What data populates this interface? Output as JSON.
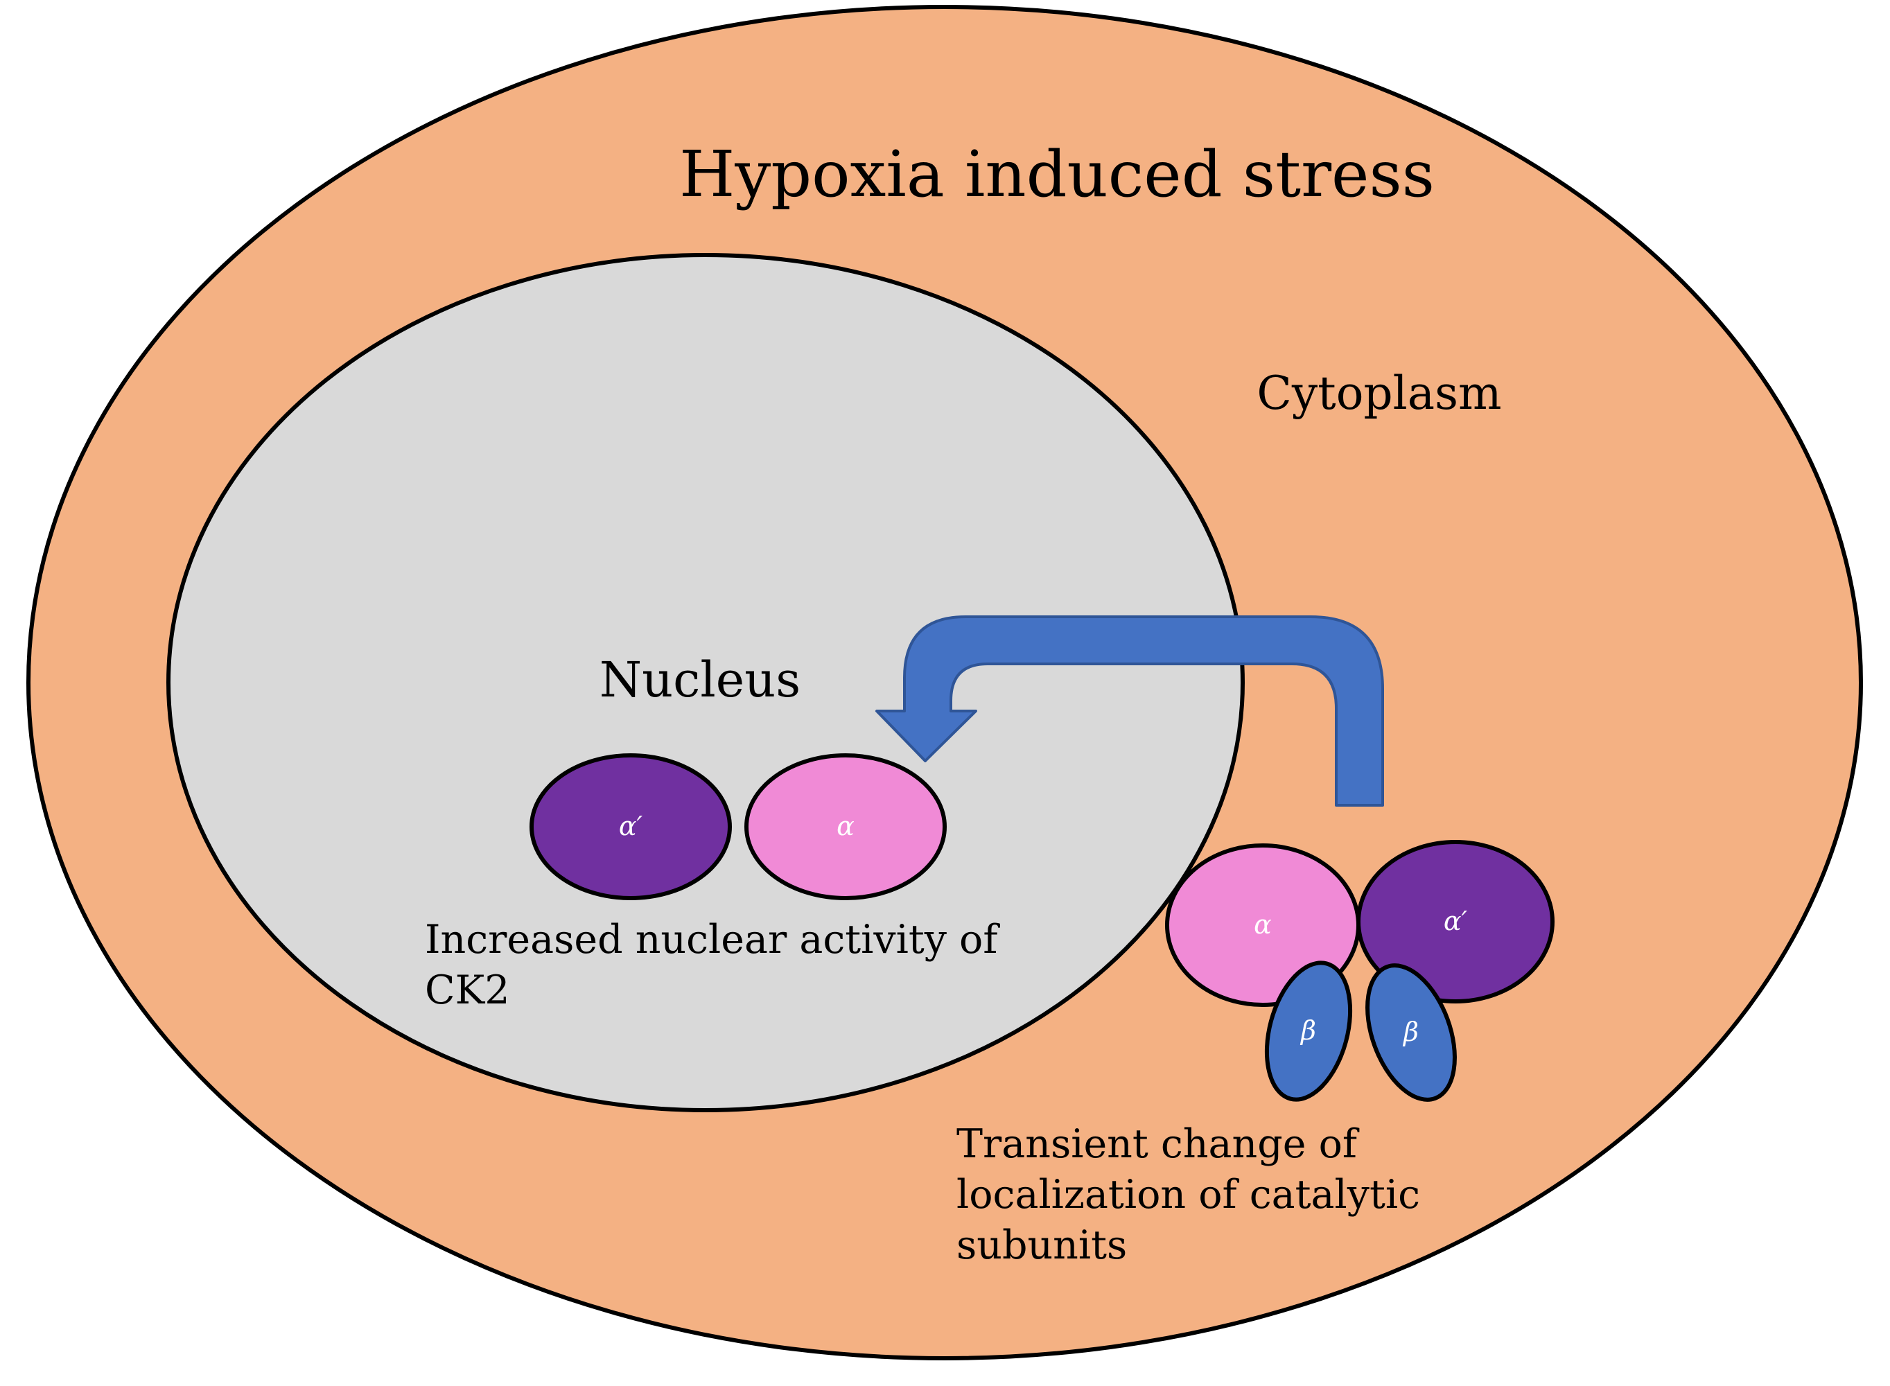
{
  "title": "Hypoxia induced stress",
  "cytoplasm_label": "Cytoplasm",
  "nucleus_label": "Nucleus",
  "nuclear_caption": {
    "line1": "Increased nuclear activity of",
    "line2": "CK2"
  },
  "cytoplasm_caption": {
    "line1": "Transient change of",
    "line2": "localization of catalytic",
    "line3": "subunits"
  },
  "subunits": {
    "nuclear_alpha_prime": "α′",
    "nuclear_alpha": "α",
    "cyto_alpha": "α",
    "cyto_alpha_prime": "α′",
    "cyto_beta_left": "β",
    "cyto_beta_right": "β"
  },
  "colors": {
    "cell": "#F4B183",
    "nucleus": "#D9D9D9",
    "alpha": "#F08AD6",
    "alpha_prime": "#7030A0",
    "beta": "#4472C4",
    "arrow": "#4472C4",
    "outline": "#000000"
  }
}
